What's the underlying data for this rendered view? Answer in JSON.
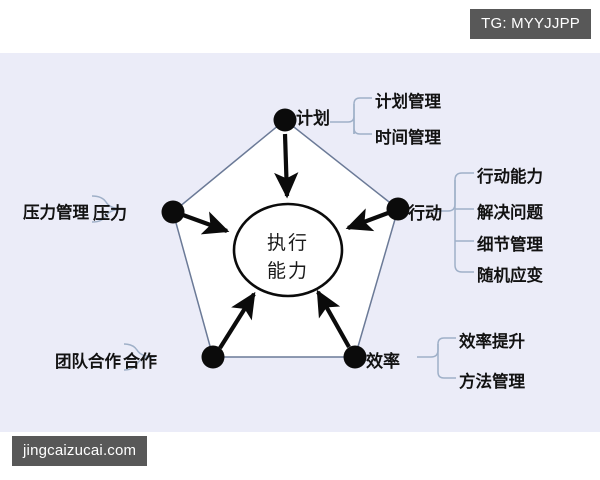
{
  "watermarks": {
    "top_right": "TG: MYYJJPP",
    "bottom_left": "jingcaizucai.com"
  },
  "diagram": {
    "center": {
      "line1": "执行",
      "line2": "能力"
    },
    "nodes": [
      {
        "id": "plan",
        "label": "计划",
        "branches": [
          "计划管理",
          "时间管理"
        ]
      },
      {
        "id": "action",
        "label": "行动",
        "branches": [
          "行动能力",
          "解决问题",
          "细节管理",
          "随机应变"
        ]
      },
      {
        "id": "efficiency",
        "label": "效率",
        "branches": [
          "效率提升",
          "方法管理"
        ]
      },
      {
        "id": "cooperation",
        "label": "合作",
        "branches": [
          "团队合作"
        ]
      },
      {
        "id": "pressure",
        "label": "压力",
        "branches": [
          "压力管理"
        ]
      }
    ]
  },
  "colors": {
    "panel_background": "#ebecf8",
    "page_background": "#ffffff",
    "badge_background": "#585858",
    "badge_text": "#ffffff",
    "pentagon_stroke": "#6b7a97",
    "pentagon_fill": "#ffffff",
    "node_dot": "#0b0b0b",
    "arrow": "#0b0b0b",
    "connector": "#9fb0c8",
    "text": "#121212"
  }
}
